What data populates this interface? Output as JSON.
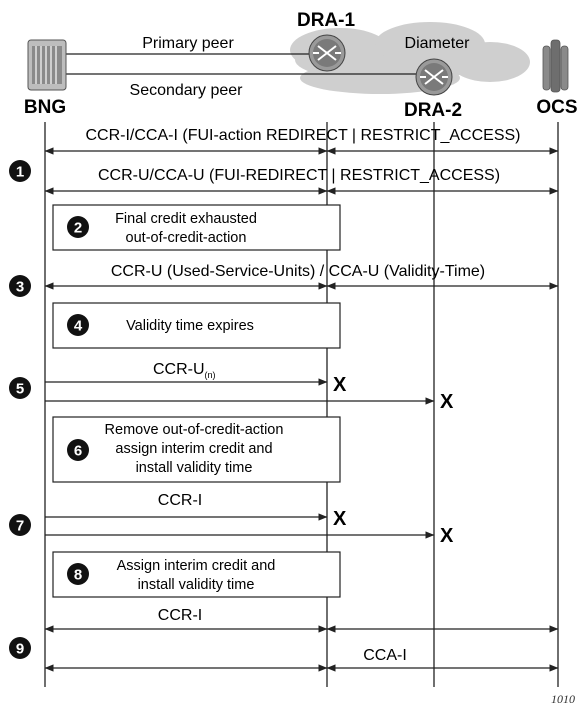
{
  "nodes": {
    "bng": "BNG",
    "dra1": "DRA-1",
    "dra2": "DRA-2",
    "ocs": "OCS"
  },
  "links": {
    "primary": "Primary peer",
    "secondary": "Secondary peer",
    "cloud": "Diameter"
  },
  "messages": {
    "m0": "CCR-I/CCA-I (FUI-action REDIRECT | RESTRICT_ACCESS)",
    "m1": "CCR-U/CCA-U (FUI-REDIRECT | RESTRICT_ACCESS)",
    "m3": "CCR-U (Used-Service-Units) / CCA-U (Validity-Time)",
    "m5": "CCR-U",
    "m5_sub": "(n)",
    "m7": "CCR-I",
    "m9a": "CCR-I",
    "m9b": "CCA-I"
  },
  "steps": [
    "1",
    "2",
    "3",
    "4",
    "5",
    "6",
    "7",
    "8",
    "9"
  ],
  "boxes": {
    "b2_line1": "Final credit exhausted",
    "b2_line2": "out-of-credit-action",
    "b4_line1": "Validity time expires",
    "b6_line1": "Remove out-of-credit-action",
    "b6_line2": "assign interim credit and",
    "b6_line3": "install validity time",
    "b8_line1": "Assign interim credit and",
    "b8_line2": "install validity time"
  },
  "failure_mark": "X",
  "figure_number": "1010"
}
